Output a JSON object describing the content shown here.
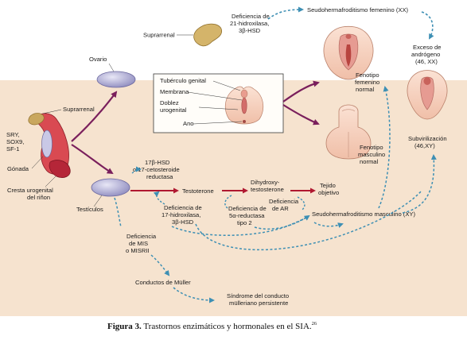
{
  "labels": {
    "suprarrenal_top": "Suprarrenal",
    "def21_l1": "Deficiencia de",
    "def21_l2": "21-hidroxilasa,",
    "def21_l3": "3β-HSD",
    "pseudo_fem": "Seudohermafroditismo femenino (XX)",
    "ovario": "Ovario",
    "suprarrenal_left": "Suprarrenal",
    "sry_l1": "SRY,",
    "sry_l2": "SOX9,",
    "sry_l3": "SF-1",
    "gonada": "Gónada",
    "cresta_l1": "Cresta urogenital",
    "cresta_l2": "del riñon",
    "testiculos": "Testículos",
    "hsd17_l1": "17β-HSD",
    "hsd17_l2": "o 17-cetosteroide",
    "hsd17_l3": "reductasa",
    "testosterone": "Testoterone",
    "dht_l1": "Dihydroxy-",
    "dht_l2": "testosterone",
    "tejido_l1": "Tejido",
    "tejido_l2": "objetivo",
    "defAR_l1": "Deficiencia",
    "defAR_l2": "de AR",
    "def5a_l1": "Deficiencia de",
    "def5a_l2": "5α-reductasa",
    "def5a_l3": "tipo 2",
    "def17_l1": "Deficiencia de",
    "def17_l2": "17-hidroxilasa,",
    "def17_l3": "3β-HSD",
    "pseudo_masc": "Seudohermafroditismo masculino (XY)",
    "mis_l1": "Deficiencia",
    "mis_l2": "de MIS",
    "mis_l3": "o MISRII",
    "muller": "Conductos de Müller",
    "sind_l1": "Síndrome del conducto",
    "sind_l2": "mülleriano persistente",
    "fen_fem_l1": "Fenotipo",
    "fen_fem_l2": "femenino",
    "fen_fem_l3": "normal",
    "fen_masc_l1": "Fenotipo",
    "fen_masc_l2": "masculino",
    "fen_masc_l3": "normal",
    "exceso_l1": "Exceso de",
    "exceso_l2": "andrógeno",
    "exceso_l3": "(46, XX)",
    "subvir_l1": "Subvirilización",
    "subvir_l2": "(46,XY)"
  },
  "inset": {
    "tuberculo": "Tubérculo genital",
    "membrana": "Membrana",
    "doblez_l1": "Doblez",
    "doblez_l2": "urogenital",
    "ano": "Ano"
  },
  "caption": {
    "prefix": "Figura 3.",
    "text": " Trastornos enzimáticos y hormonales en el SIA.",
    "ref": "26"
  },
  "colors": {
    "background_band": "#f6e3cf",
    "purple_arrow": "#7a1f5c",
    "blue_dashed": "#3d8fb4",
    "red_arrow": "#b01830",
    "organ_purple": "#b7b5d8",
    "adrenal_tan": "#c9a75e"
  }
}
